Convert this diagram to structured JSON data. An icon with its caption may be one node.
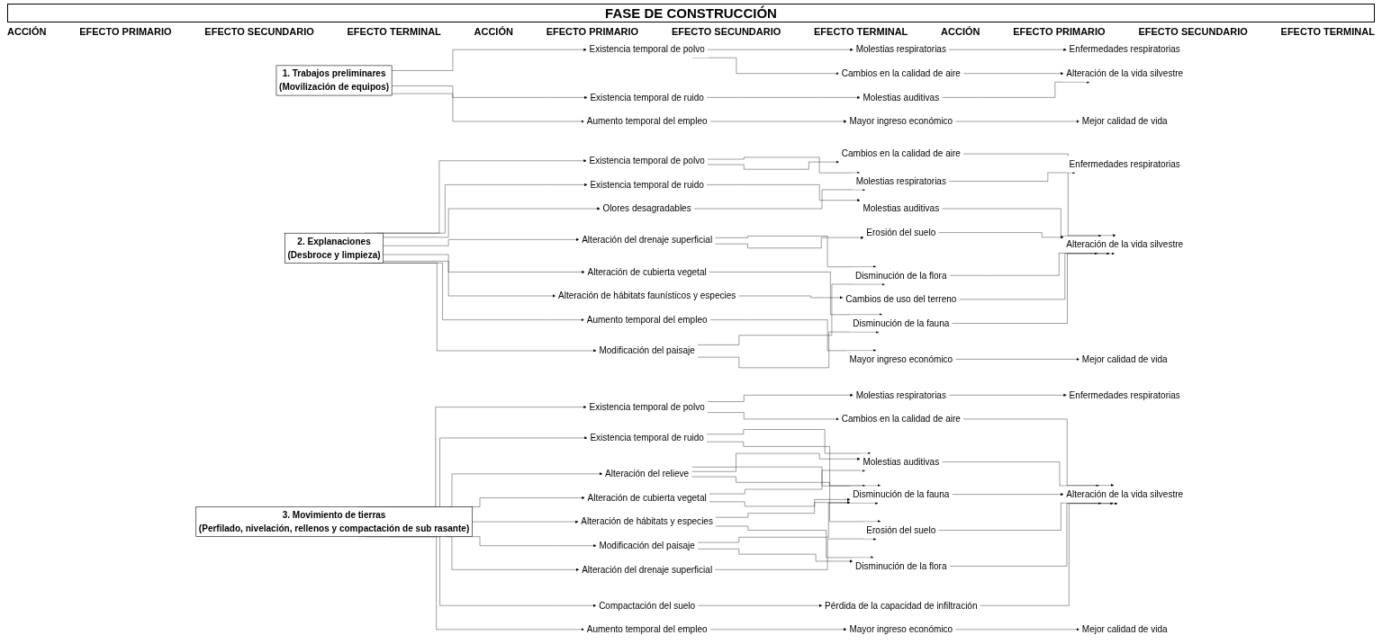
{
  "diagram": {
    "title": "FASE DE CONSTRUCCIÓN",
    "nodes": [
      {
        "text": [
          "1. Trabajos preliminares",
          "(Movilización de equipos)"
        ]
      },
      {
        "text": [
          "Existencia temporal de polvo"
        ]
      },
      {
        "text": [
          "Existencia temporal de ruido"
        ]
      },
      {
        "text": [
          "Aumento temporal del empleo"
        ]
      },
      {
        "text": [
          "Molestias respiratorias"
        ]
      },
      {
        "text": [
          "Molestias auditivas"
        ]
      },
      {
        "text": [
          "Cambios en la calidad de aire"
        ]
      },
      {
        "text": [
          "Mayor ingreso económico"
        ]
      },
      {
        "text": [
          "Enfermedades respiratorias"
        ]
      },
      {
        "text": [
          "Alteración de la vida silvestre"
        ]
      },
      {
        "text": [
          "Mejor calidad de vida"
        ]
      },
      {
        "text": [
          "2. Explanaciones",
          "(Desbroce y limpieza)"
        ]
      },
      {
        "text": [
          "Existencia temporal de polvo"
        ]
      },
      {
        "text": [
          "Existencia temporal de ruido"
        ]
      },
      {
        "text": [
          "Olores desagradables"
        ]
      },
      {
        "text": [
          "Alteración del drenaje superficial"
        ]
      },
      {
        "text": [
          "Alteración de cubierta vegetal"
        ]
      },
      {
        "text": [
          "Alteración de hábitats faunísticos y especies"
        ]
      },
      {
        "text": [
          "Aumento temporal del empleo"
        ]
      },
      {
        "text": [
          "Modificación del paisaje"
        ]
      },
      {
        "text": [
          "Molestias respiratorias"
        ]
      },
      {
        "text": [
          "Molestias auditivas"
        ]
      },
      {
        "text": [
          "Disminución de la flora"
        ]
      },
      {
        "text": [
          "Disminución de la fauna"
        ]
      },
      {
        "text": [
          "Cambios en la calidad de aire"
        ]
      },
      {
        "text": [
          "Erosión del suelo"
        ]
      },
      {
        "text": [
          "Cambios de uso del terreno"
        ]
      },
      {
        "text": [
          "Mayor ingreso económico"
        ]
      },
      {
        "text": [
          "Enfermedades respiratorias"
        ]
      },
      {
        "text": [
          "Alteración de la vida silvestre"
        ]
      },
      {
        "text": [
          "Mejor calidad de vida"
        ]
      },
      {
        "text": [
          "3. Movimiento de tierras",
          "(Perfilado, nivelación, rellenos y compactación de sub rasante)"
        ]
      },
      {
        "text": [
          "Existencia temporal de polvo"
        ]
      },
      {
        "text": [
          "Existencia temporal de ruido"
        ]
      },
      {
        "text": [
          "Alteración del relieve"
        ]
      },
      {
        "text": [
          "Alteración de cubierta vegetal"
        ]
      },
      {
        "text": [
          "Alteración de hábitats y especies"
        ]
      },
      {
        "text": [
          "Modificación del paisaje"
        ]
      },
      {
        "text": [
          "Alteración del drenaje superficial"
        ]
      },
      {
        "text": [
          "Compactación del suelo"
        ]
      },
      {
        "text": [
          "Aumento temporal del empleo"
        ]
      },
      {
        "text": [
          "Molestias respiratorias"
        ]
      },
      {
        "text": [
          "Cambios en la calidad de aire"
        ]
      },
      {
        "text": [
          "Molestias auditivas"
        ]
      },
      {
        "text": [
          "Disminución de la fauna"
        ]
      },
      {
        "text": [
          "Disminución de la flora"
        ]
      },
      {
        "text": [
          "Erosión del suelo"
        ]
      },
      {
        "text": [
          "Pérdida de la capacidad de infiltración"
        ]
      },
      {
        "text": [
          "Mayor ingreso económico"
        ]
      },
      {
        "text": [
          "Enfermedades respiratorias"
        ]
      },
      {
        "text": [
          "Alteración de la vida silvestre"
        ]
      },
      {
        "text": [
          "Mejor calidad de vida"
        ]
      }
    ],
    "edges": [
      {
        "from": 0,
        "to": 1,
        "arrow": "to"
      },
      {
        "from": 0,
        "to": 2,
        "arrow": "to"
      },
      {
        "from": 0,
        "to": 3,
        "arrow": "to"
      },
      {
        "from": 1,
        "to": 4,
        "arrow": "to"
      },
      {
        "from": 1,
        "to": 6,
        "arrow": "to"
      },
      {
        "from": 2,
        "to": 5,
        "arrow": "to"
      },
      {
        "from": 3,
        "to": 7,
        "arrow": "to"
      },
      {
        "from": 4,
        "to": 8,
        "arrow": "to"
      },
      {
        "from": 5,
        "to": 9,
        "arrow": "to"
      },
      {
        "from": 6,
        "to": 9,
        "arrow": "to"
      },
      {
        "from": 7,
        "to": 10,
        "arrow": "to"
      },
      {
        "from": 11,
        "to": 12,
        "arrow": "to"
      },
      {
        "from": 11,
        "to": 13,
        "arrow": "to"
      },
      {
        "from": 11,
        "to": 14,
        "arrow": "to"
      },
      {
        "from": 11,
        "to": 15,
        "arrow": "to"
      },
      {
        "from": 11,
        "to": 16,
        "arrow": "to"
      },
      {
        "from": 11,
        "to": 17,
        "arrow": "to"
      },
      {
        "from": 11,
        "to": 18,
        "arrow": "to"
      },
      {
        "from": 11,
        "to": 19,
        "arrow": "to"
      },
      {
        "from": 12,
        "to": 20,
        "arrow": "to"
      },
      {
        "from": 12,
        "to": 24,
        "arrow": "to"
      },
      {
        "from": 13,
        "to": 21,
        "arrow": "to"
      },
      {
        "from": 14,
        "to": 20,
        "arrow": "to"
      },
      {
        "from": 15,
        "to": 22,
        "arrow": "to"
      },
      {
        "from": 15,
        "to": 25,
        "arrow": "to"
      },
      {
        "from": 16,
        "to": 23,
        "arrow": "to"
      },
      {
        "from": 17,
        "to": 26,
        "arrow": "to"
      },
      {
        "from": 18,
        "to": 27,
        "arrow": "to"
      },
      {
        "from": 19,
        "to": 22,
        "arrow": "to"
      },
      {
        "from": 19,
        "to": 23,
        "arrow": "to"
      },
      {
        "from": 20,
        "to": 28,
        "arrow": "to"
      },
      {
        "from": 21,
        "to": 29,
        "arrow": "to"
      },
      {
        "from": 22,
        "to": 29,
        "arrow": "to"
      },
      {
        "from": 23,
        "to": 29,
        "arrow": "to"
      },
      {
        "from": 24,
        "to": 29,
        "arrow": "to"
      },
      {
        "from": 25,
        "to": 29,
        "arrow": "to"
      },
      {
        "from": 26,
        "to": 29,
        "arrow": "to"
      },
      {
        "from": 27,
        "to": 30,
        "arrow": "to"
      },
      {
        "from": 31,
        "to": 32,
        "arrow": "to"
      },
      {
        "from": 31,
        "to": 33,
        "arrow": "to"
      },
      {
        "from": 31,
        "to": 34,
        "arrow": "to"
      },
      {
        "from": 31,
        "to": 35,
        "arrow": "to"
      },
      {
        "from": 31,
        "to": 36,
        "arrow": "to"
      },
      {
        "from": 31,
        "to": 37,
        "arrow": "to"
      },
      {
        "from": 31,
        "to": 38,
        "arrow": "to"
      },
      {
        "from": 31,
        "to": 39,
        "arrow": "to"
      },
      {
        "from": 31,
        "to": 40,
        "arrow": "to"
      },
      {
        "from": 32,
        "to": 41,
        "arrow": "to"
      },
      {
        "from": 32,
        "to": 42,
        "arrow": "to"
      },
      {
        "from": 33,
        "to": 43,
        "arrow": "to"
      },
      {
        "from": 33,
        "to": 44,
        "arrow": "to"
      },
      {
        "from": 34,
        "to": 43,
        "arrow": "to"
      },
      {
        "from": 34,
        "to": 44,
        "arrow": "to"
      },
      {
        "from": 34,
        "to": 46,
        "arrow": "to"
      },
      {
        "from": 35,
        "to": 43,
        "arrow": "to"
      },
      {
        "from": 35,
        "to": 44,
        "arrow": "to"
      },
      {
        "from": 36,
        "to": 44,
        "arrow": "to"
      },
      {
        "from": 36,
        "to": 45,
        "arrow": "to"
      },
      {
        "from": 37,
        "to": 44,
        "arrow": "to"
      },
      {
        "from": 37,
        "to": 45,
        "arrow": "to"
      },
      {
        "from": 38,
        "to": 46,
        "arrow": "to"
      },
      {
        "from": 39,
        "to": 47,
        "arrow": "to"
      },
      {
        "from": 40,
        "to": 48,
        "arrow": "to"
      },
      {
        "from": 41,
        "to": 49,
        "arrow": "to"
      },
      {
        "from": 42,
        "to": 50,
        "arrow": "to"
      },
      {
        "from": 43,
        "to": 50,
        "arrow": "to"
      },
      {
        "from": 44,
        "to": 50,
        "arrow": "to"
      },
      {
        "from": 45,
        "to": 50,
        "arrow": "to"
      },
      {
        "from": 46,
        "to": 50,
        "arrow": "to"
      },
      {
        "from": 47,
        "to": 50,
        "arrow": "to"
      },
      {
        "from": 48,
        "to": 51,
        "arrow": "to"
      }
    ],
    "labels": [
      "ACCIÓN",
      "EFECTO PRIMARIO",
      "EFECTO SECUNDARIO",
      "EFECTO TERMINAL",
      "ACCIÓN",
      "EFECTO PRIMARIO",
      "EFECTO SECUNDARIO",
      "EFECTO TERMINAL",
      "ACCIÓN",
      "EFECTO PRIMARIO",
      "EFECTO SECUNDARIO",
      "EFECTO TERMINAL"
    ]
  }
}
